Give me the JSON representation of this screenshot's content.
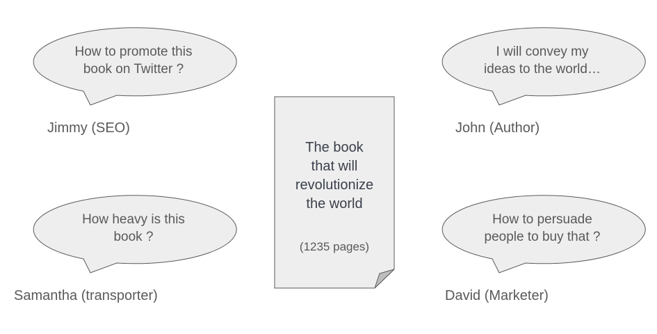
{
  "book": {
    "title": "The book\nthat will\nrevolutionize\nthe world",
    "pages": "(1235 pages)"
  },
  "people": {
    "jimmy": {
      "name": "Jimmy (SEO)",
      "quote": "How to promote this\nbook on Twitter ?"
    },
    "john": {
      "name": "John (Author)",
      "quote": "I will convey my\nideas to the world…"
    },
    "samantha": {
      "name": "Samantha (transporter)",
      "quote": "How heavy is this\nbook ?"
    },
    "david": {
      "name": "David (Marketer)",
      "quote": "How to persuade\npeople to buy that ?"
    }
  },
  "colors": {
    "fill": "#eeeeee",
    "stroke": "#595959",
    "fold": "#bdbdbd",
    "text": "#595959",
    "book_text": "#3a3f4b"
  }
}
